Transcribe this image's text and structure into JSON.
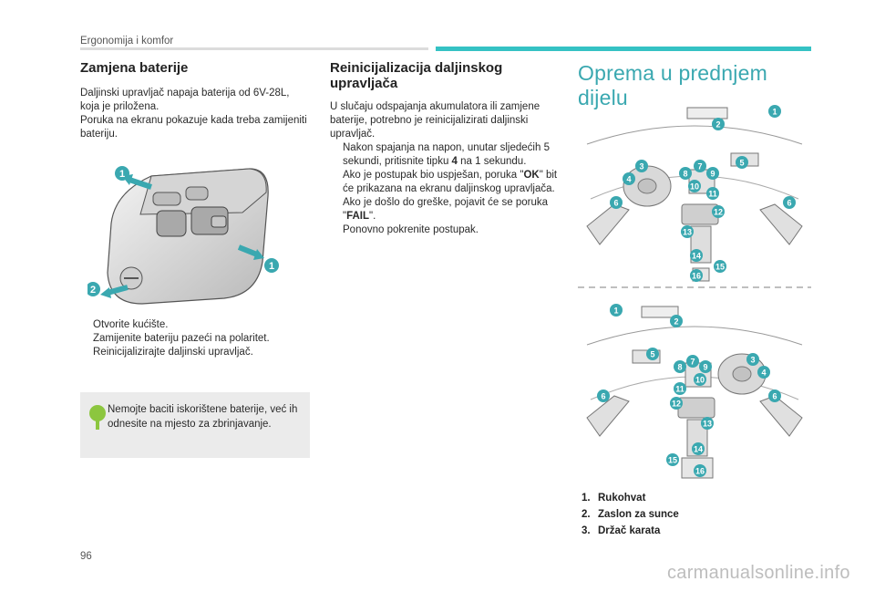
{
  "header": {
    "section_title": "Ergonomija i komfor"
  },
  "col1": {
    "heading": "Zamjena baterije",
    "para1": "Daljinski upravljač napaja baterija od 6V-28L, koja je priložena.",
    "para2": "Poruka na ekranu pokazuje kada treba zamijeniti bateriju.",
    "figure_callouts": [
      "1",
      "1",
      "2"
    ],
    "bullets": [
      "Otvorite kućište.",
      "Zamijenite bateriju pazeći na polaritet.",
      "Reinicijalizirajte daljinski upravljač."
    ],
    "note": "Nemojte baciti iskorištene baterije, već ih odnesite na mjesto za zbrinjavanje."
  },
  "col2": {
    "heading_line1": "Reinicijalizacija daljinskog",
    "heading_line2": "upravljača",
    "para": "U slučaju odspajanja akumulatora ili zamjene baterije, potrebno je reinicijalizirati daljinski upravljač.",
    "step1_line1": "Nakon spajanja na napon, unutar sljedećih 5 sekundi, pritisnite tipku ",
    "step1_key": "4",
    "step1_line2": " na 1 sekundu.",
    "step1_success_pre": "Ako je postupak bio uspješan, poruka \"",
    "step1_ok": "OK",
    "step1_success_post": "\" bit će prikazana na ekranu daljinskog upravljača.",
    "step1_fail_pre": "Ako je došlo do greške, pojavit će se poruka \"",
    "step1_fail": "FAIL",
    "step1_fail_post": "\".",
    "step2": "Ponovno pokrenite postupak."
  },
  "col3": {
    "title": "Oprema u prednjem dijelu",
    "top_figure_callouts": [
      "1",
      "2",
      "3",
      "4",
      "5",
      "6",
      "6",
      "7",
      "8",
      "9",
      "10",
      "11",
      "12",
      "13",
      "14",
      "15",
      "16"
    ],
    "bottom_figure_callouts": [
      "1",
      "2",
      "3",
      "4",
      "5",
      "6",
      "6",
      "7",
      "8",
      "9",
      "10",
      "11",
      "12",
      "13",
      "14",
      "15",
      "16"
    ],
    "legend": [
      {
        "num": "1.",
        "label": "Rukohvat"
      },
      {
        "num": "2.",
        "label": "Zaslon za sunce"
      },
      {
        "num": "3.",
        "label": "Držač karata"
      }
    ]
  },
  "bullet_marker": "",
  "colors": {
    "accent": "#35c2c4",
    "title": "#3aa8b0",
    "callout": "#3aa8b0",
    "note_icon": "#8cc63f",
    "note_bg": "#ebebeb"
  },
  "footer": {
    "page_number": "96",
    "watermark": "carmanualsonline.info"
  }
}
